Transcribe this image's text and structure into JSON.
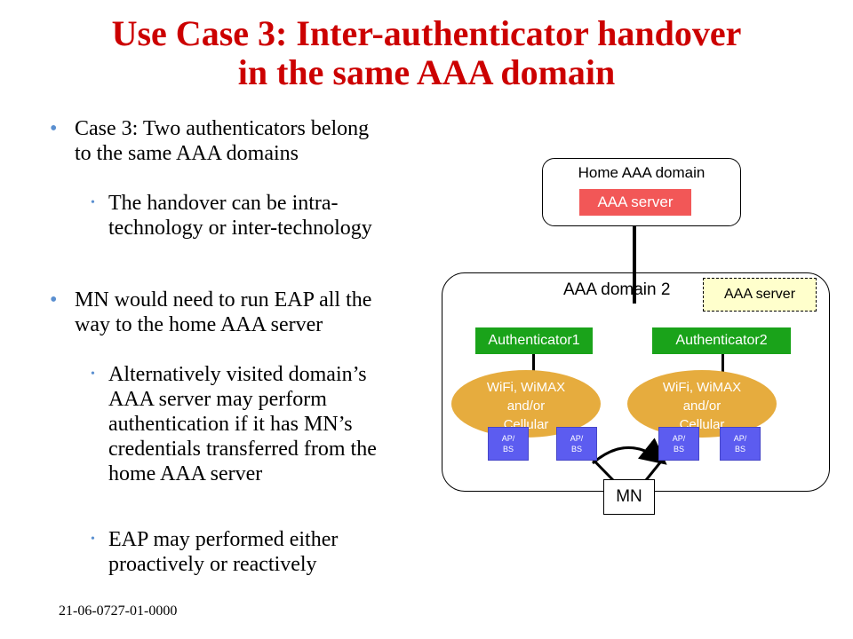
{
  "title_line1": "Use Case 3: Inter-authenticator handover",
  "title_line2": "in the same AAA domain",
  "bullets": [
    {
      "line1": "Case 3: Two authenticators belong",
      "line2": "to the same AAA domains"
    },
    {
      "line1": "MN would need to run EAP all the",
      "line2": "way to the home AAA server"
    }
  ],
  "sub_bullets": [
    {
      "lines": [
        "The handover can be intra-",
        "technology or inter-technology"
      ]
    },
    {
      "lines": [
        "Alternatively visited domain’s",
        "AAA server may perform",
        "authentication if it has MN’s",
        "credentials transferred from the",
        "home AAA server"
      ]
    },
    {
      "lines": [
        "EAP may performed either",
        "proactively or reactively"
      ]
    }
  ],
  "footer": "21-06-0727-01-0000",
  "diagram": {
    "home_domain_label": "Home AAA domain",
    "home_aaa_server": "AAA server",
    "domain2_label": "AAA domain 2",
    "visited_aaa_server": "AAA server",
    "authenticator1": "Authenticator1",
    "authenticator2": "Authenticator2",
    "network1": {
      "line1": "WiFi, WiMAX",
      "line2": "and/or",
      "line3": "Cellular"
    },
    "network2": {
      "line1": "WiFi, WiMAX",
      "line2": "and/or",
      "line3": "Cellular"
    },
    "ap_label_top": "AP/",
    "ap_label_bottom": "BS",
    "mn": "MN"
  },
  "colors": {
    "title": "#cc0000",
    "bullet": "#5a8fd0",
    "home_aaa_server": "#f25757",
    "visited_aaa_server": "#ffffcc",
    "authenticator": "#1aa31a",
    "network": "#e6ac3e",
    "ap": "#5c5cf0"
  }
}
